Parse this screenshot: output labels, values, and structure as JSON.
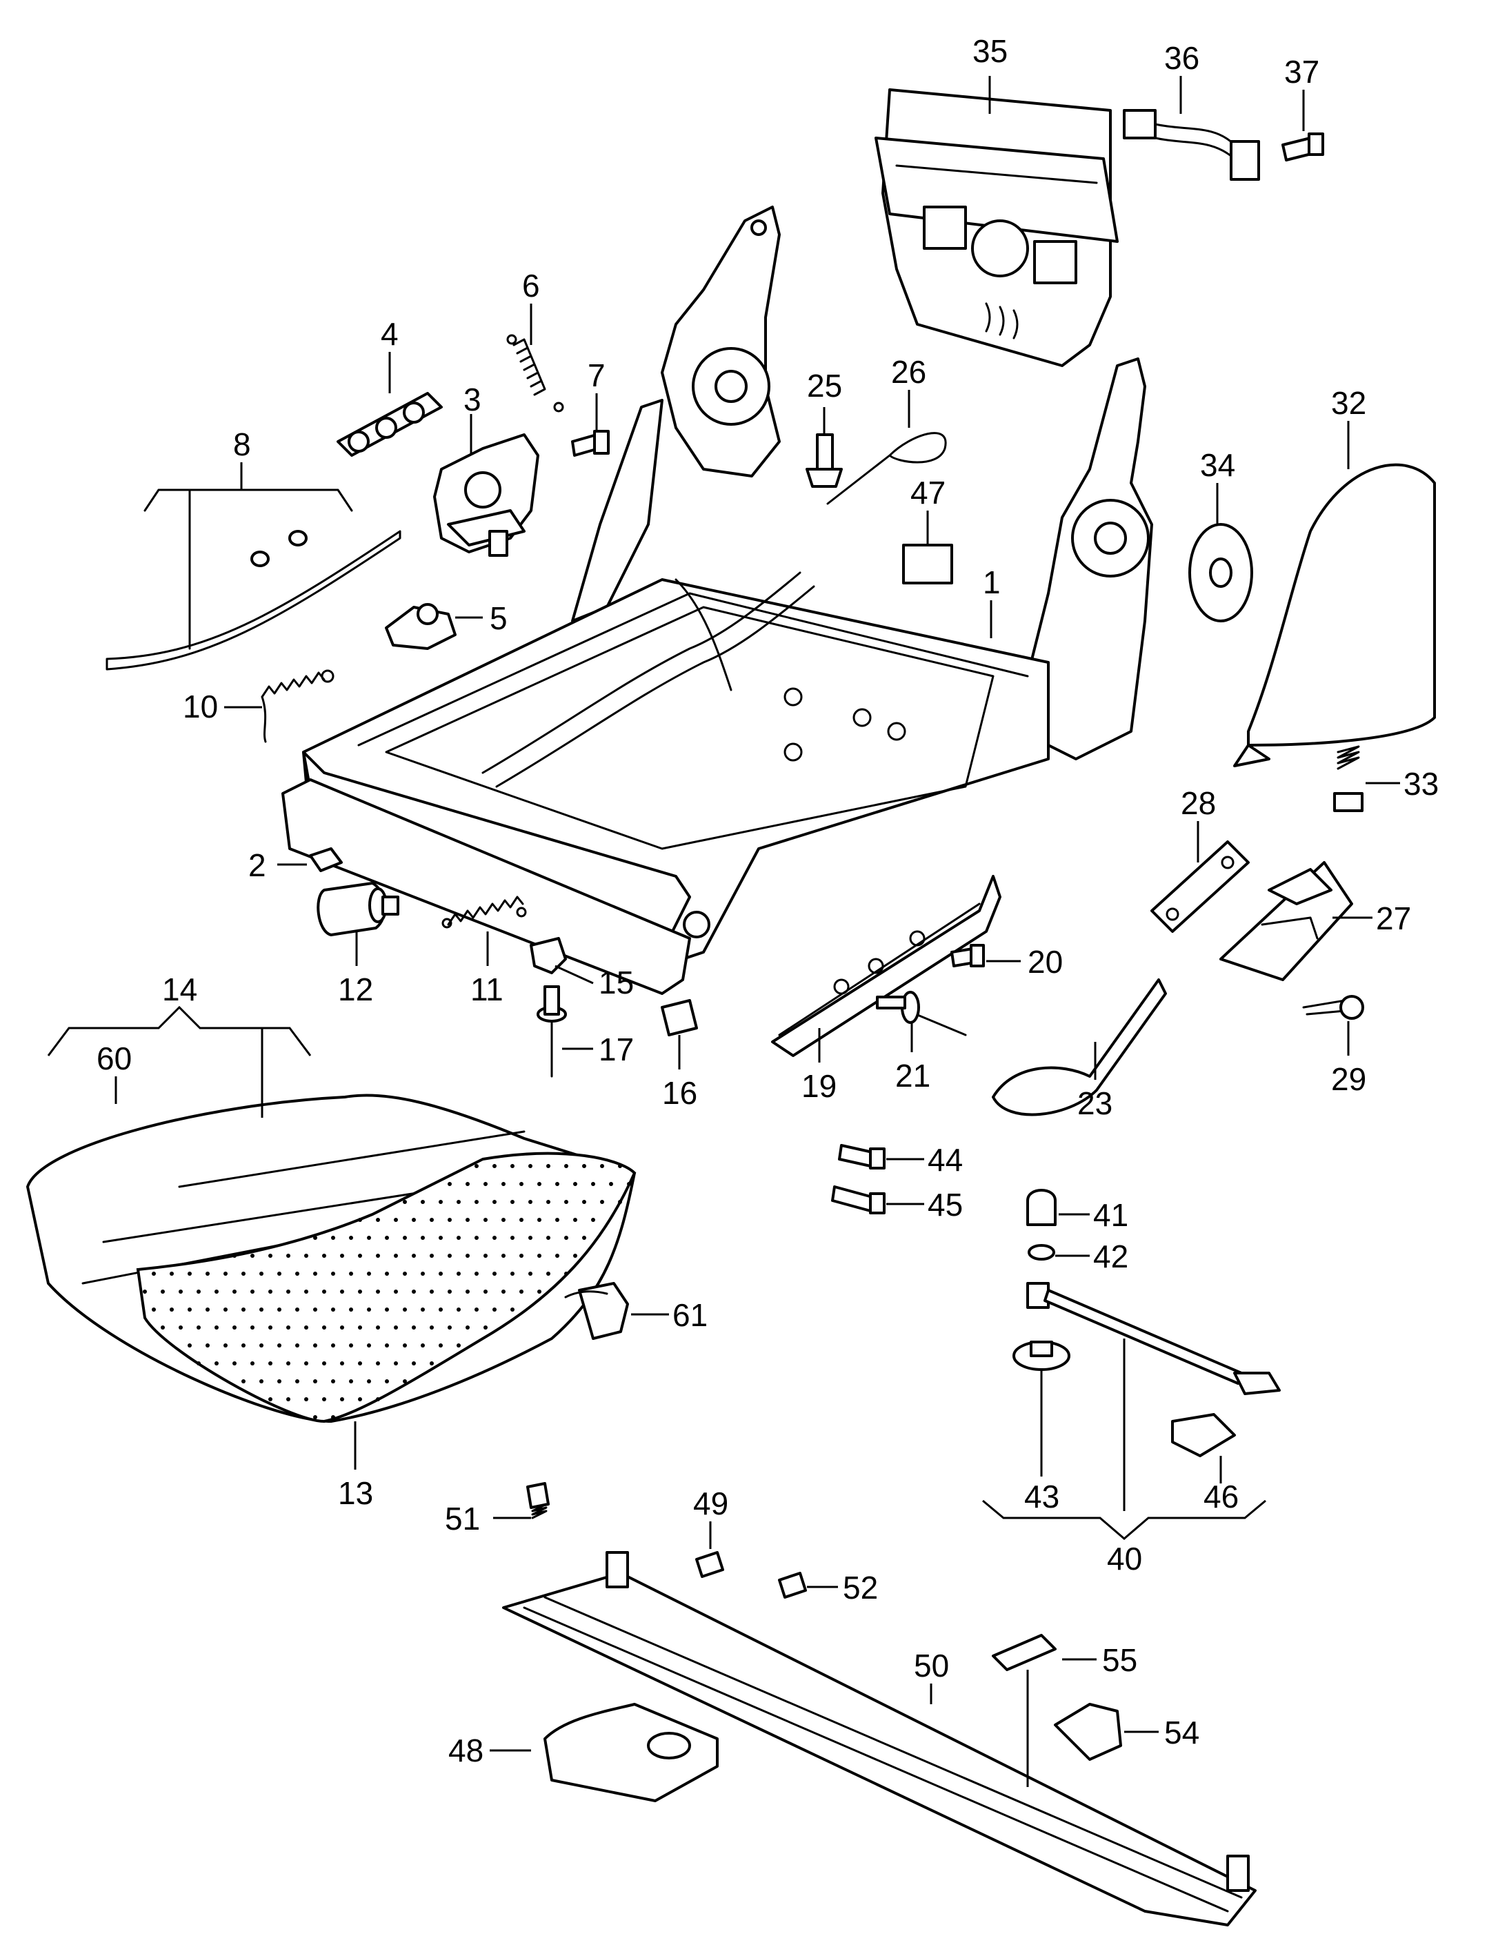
{
  "diagram": {
    "callouts": [
      "1",
      "2",
      "3",
      "4",
      "5",
      "6",
      "7",
      "8",
      "10",
      "11",
      "12",
      "13",
      "14",
      "15",
      "16",
      "17",
      "19",
      "20",
      "21",
      "23",
      "25",
      "26",
      "27",
      "28",
      "29",
      "32",
      "33",
      "34",
      "35",
      "36",
      "37",
      "40",
      "41",
      "42",
      "43",
      "44",
      "45",
      "46",
      "47",
      "48",
      "49",
      "50",
      "51",
      "52",
      "54",
      "55",
      "60",
      "61"
    ]
  }
}
